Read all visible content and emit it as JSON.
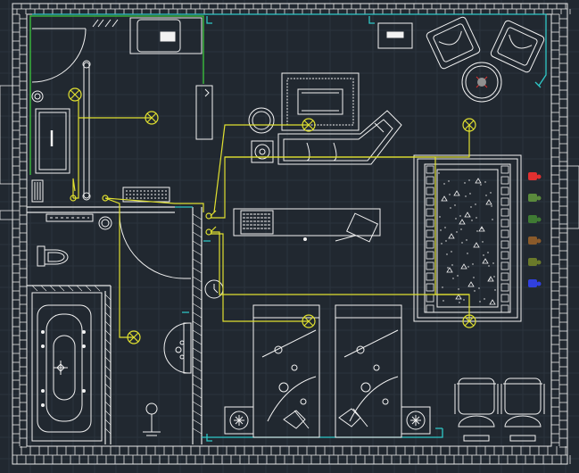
{
  "canvas": {
    "background": "#212830",
    "grid_color": "#2c343e",
    "wall_color": "#e8e8e8",
    "furniture_color": "#f2f2f2",
    "lighting_circuit_color": "#e0e030",
    "plumbing_color": "#2fc8c8",
    "accent_green": "#3cc83c",
    "accent_red": "#e03030",
    "accent_blue": "#3040e0"
  },
  "legend_icons": [
    {
      "name": "red-fixture-icon",
      "color": "#e03030"
    },
    {
      "name": "green-fixture-icon",
      "color": "#5a8a3c"
    },
    {
      "name": "green-plant-icon",
      "color": "#3f7a33"
    },
    {
      "name": "brown-fixture-icon",
      "color": "#8a5a2a"
    },
    {
      "name": "olive-fixture-icon",
      "color": "#6a7a2a"
    },
    {
      "name": "blue-fixture-icon",
      "color": "#3040e0"
    }
  ],
  "rooms": [
    "bathroom-top",
    "bathroom-bottom",
    "bedroom"
  ]
}
